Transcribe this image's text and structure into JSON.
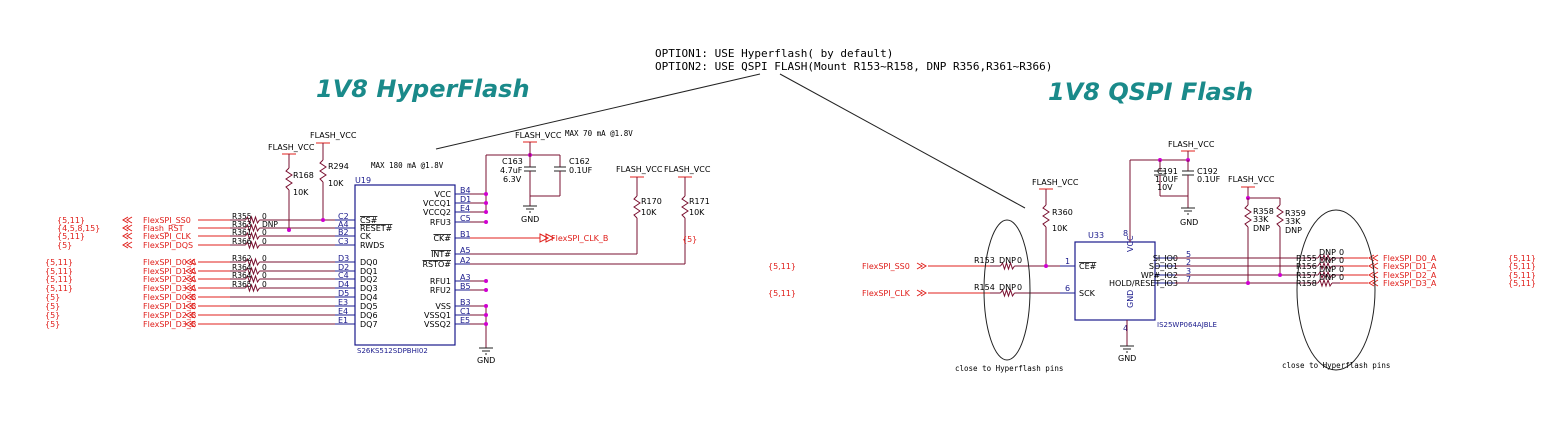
{
  "options": {
    "line1": "OPTION1: USE Hyperflash( by default)",
    "line2": "OPTION2: USE QSPI FLASH(Mount R153~R158, DNP R356,R361~R366)"
  },
  "hyperflash": {
    "title": "1V8 HyperFlash",
    "ref": "U19",
    "part": "S26KS512SDPBHI02",
    "max_current": "MAX 180 mA @1.8V",
    "max_current2": "MAX 70 mA @1.8V",
    "net_vcc": "FLASH_VCC",
    "gnd": "GND",
    "left_pins": [
      {
        "num": "C2",
        "name": "CS#"
      },
      {
        "num": "A4",
        "name": "RESET#"
      },
      {
        "num": "B2",
        "name": "CK"
      },
      {
        "num": "C3",
        "name": "RWDS"
      },
      {
        "num": "D3",
        "name": "DQ0"
      },
      {
        "num": "D2",
        "name": "DQ1"
      },
      {
        "num": "C4",
        "name": "DQ2"
      },
      {
        "num": "D4",
        "name": "DQ3"
      },
      {
        "num": "D5",
        "name": "DQ4"
      },
      {
        "num": "E3",
        "name": "DQ5"
      },
      {
        "num": "E4",
        "name": "DQ6"
      },
      {
        "num": "E1",
        "name": "DQ7"
      }
    ],
    "right_pins": [
      {
        "num": "B4",
        "name": "VCC"
      },
      {
        "num": "D1",
        "name": "VCCQ1"
      },
      {
        "num": "E4",
        "name": "VCCQ2"
      },
      {
        "num": "C5",
        "name": "RFU3"
      },
      {
        "num": "B1",
        "name": "CK#"
      },
      {
        "num": "A5",
        "name": "INT#"
      },
      {
        "num": "A2",
        "name": "RSTO#"
      },
      {
        "num": "A3",
        "name": "RFU1"
      },
      {
        "num": "B5",
        "name": "RFU2"
      },
      {
        "num": "B3",
        "name": "VSS"
      },
      {
        "num": "C1",
        "name": "VSSQ1"
      },
      {
        "num": "E5",
        "name": "VSSQ2"
      }
    ],
    "signals": [
      {
        "sheet": "{5,11}",
        "net": "FlexSPI_SS0",
        "res": "R355",
        "val": "0"
      },
      {
        "sheet": "{4,5,8,15}",
        "net": "Flash_RST",
        "res": "R363",
        "val": "DNP"
      },
      {
        "sheet": "{5,11}",
        "net": "FlexSPI_CLK",
        "res": "R361",
        "val": "0"
      },
      {
        "sheet": "{5}",
        "net": "FlexSPI_DQS",
        "res": "R366",
        "val": "0"
      },
      {
        "sheet": "{5,11}",
        "net": "FlexSPI_D0_A",
        "res": "R362",
        "val": "0"
      },
      {
        "sheet": "{5,11}",
        "net": "FlexSPI_D1_A",
        "res": "R364",
        "val": "0"
      },
      {
        "sheet": "{5,11}",
        "net": "FlexSPI_D2_A",
        "res": "R364",
        "val": "0"
      },
      {
        "sheet": "{5,11}",
        "net": "FlexSPI_D3_A",
        "res": "R365",
        "val": "0"
      },
      {
        "sheet": "{5}",
        "net": "FlexSPI_D0_B",
        "res": "",
        "val": ""
      },
      {
        "sheet": "{5}",
        "net": "FlexSPI_D1_B",
        "res": "",
        "val": ""
      },
      {
        "sheet": "{5}",
        "net": "FlexSPI_D2_B",
        "res": "",
        "val": ""
      },
      {
        "sheet": "{5}",
        "net": "FlexSPI_D3_B",
        "res": "",
        "val": ""
      }
    ],
    "pullups": [
      {
        "ref": "R168",
        "val": "10K"
      },
      {
        "ref": "R294",
        "val": "10K"
      },
      {
        "ref": "R170",
        "val": "10K"
      },
      {
        "ref": "R171",
        "val": "10K"
      }
    ],
    "caps": [
      {
        "ref": "C163",
        "val": "4.7uF",
        "volt": "6.3V"
      },
      {
        "ref": "C162",
        "val": "0.1UF",
        "volt": ""
      }
    ],
    "clk_b": "FlexSPI_CLK_B",
    "int_sheet": "{5}"
  },
  "qspi": {
    "title": "1V8 QSPI Flash",
    "ref": "U33",
    "part": "IS25WP064AJBLE",
    "net_vcc": "FLASH_VCC",
    "gnd": "GND",
    "vcc_pin": "VCC",
    "vcc_num": "8",
    "gnd_pin": "GND",
    "gnd_num": "4",
    "left_pins": [
      {
        "num": "1",
        "name": "CE#"
      },
      {
        "num": "6",
        "name": "SCK"
      }
    ],
    "right_pins": [
      {
        "num": "5",
        "name": "SI_IO0"
      },
      {
        "num": "2",
        "name": "SO_IO1"
      },
      {
        "num": "3",
        "name": "WP#_IO2"
      },
      {
        "num": "7",
        "name": "HOLD/RESET_IO3"
      }
    ],
    "left_signals": [
      {
        "sheet": "{5,11}",
        "net": "FlexSPI_SS0",
        "res": "R153",
        "val": "DNP",
        "val2": "0"
      },
      {
        "sheet": "{5,11}",
        "net": "FlexSPI_CLK",
        "res": "R154",
        "val": "DNP",
        "val2": "0"
      }
    ],
    "right_signals": [
      {
        "res": "R155",
        "val": "DNP",
        "val2": "0",
        "net": "FlexSPI_D0_A",
        "sheet": "{5,11}"
      },
      {
        "res": "R156",
        "val": "DNP",
        "val2": "0",
        "net": "FlexSPI_D1_A",
        "sheet": "{5,11}"
      },
      {
        "res": "R157",
        "val": "DNP",
        "val2": "0",
        "net": "FlexSPI_D2_A",
        "sheet": "{5,11}"
      },
      {
        "res": "R158",
        "val": "DNP",
        "val2": "0",
        "net": "FlexSPI_D3_A",
        "sheet": "{5,11}"
      }
    ],
    "pullups": [
      {
        "ref": "R360",
        "val": "10K"
      },
      {
        "ref": "R358",
        "val": "33K",
        "dnp": "DNP"
      },
      {
        "ref": "R359",
        "val": "33K",
        "dnp": "DNP"
      }
    ],
    "caps": [
      {
        "ref": "C191",
        "val": "1.0UF",
        "volt": "10V"
      },
      {
        "ref": "C192",
        "val": "0.1UF",
        "volt": ""
      }
    ],
    "note_left": "close to Hyperflash pins",
    "note_right": "close to Hyperflash pins"
  }
}
